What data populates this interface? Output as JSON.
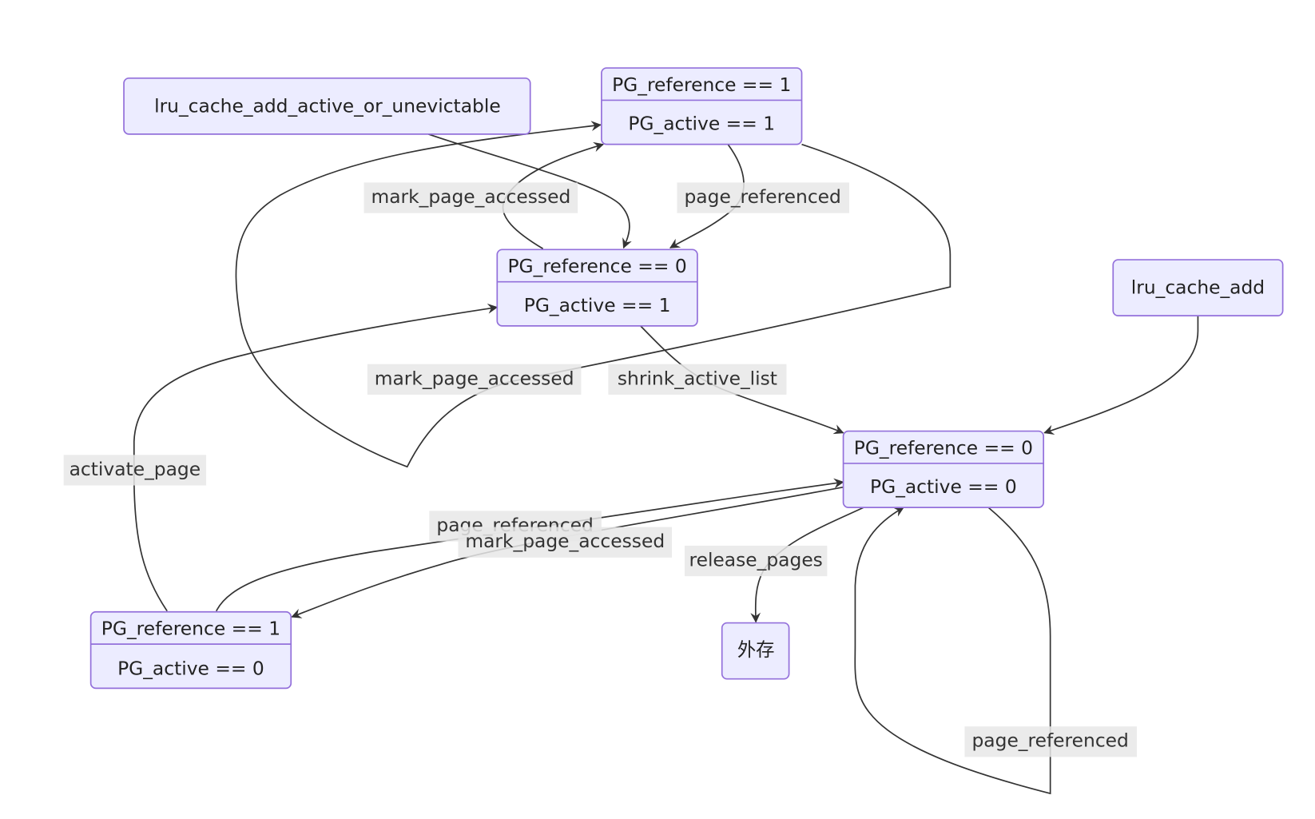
{
  "diagram": {
    "type": "state-diagram",
    "nodes": {
      "lru_add_active": {
        "label": "lru_cache_add_active_or_unevictable"
      },
      "lru_add": {
        "label": "lru_cache_add"
      },
      "ref1_act1": {
        "line1": "PG_reference == 1",
        "line2": "PG_active == 1"
      },
      "ref0_act1": {
        "line1": "PG_reference == 0",
        "line2": "PG_active == 1"
      },
      "ref0_act0": {
        "line1": "PG_reference == 0",
        "line2": "PG_active == 0"
      },
      "ref1_act0": {
        "line1": "PG_reference == 1",
        "line2": "PG_active == 0"
      },
      "storage": {
        "label": "外存"
      }
    },
    "edges": [
      {
        "id": "e1",
        "from": "lru_add_active",
        "to": "ref0_act1",
        "label": ""
      },
      {
        "id": "e2",
        "from": "ref0_act1",
        "to": "ref1_act1",
        "label": "mark_page_accessed"
      },
      {
        "id": "e3",
        "from": "ref1_act1",
        "to": "ref0_act1",
        "label": "page_referenced"
      },
      {
        "id": "e4",
        "from": "ref1_act1",
        "to": "ref1_act1",
        "label": "mark_page_accessed"
      },
      {
        "id": "e5",
        "from": "ref0_act1",
        "to": "ref0_act0",
        "label": "shrink_active_list"
      },
      {
        "id": "e6",
        "from": "lru_add",
        "to": "ref0_act0",
        "label": ""
      },
      {
        "id": "e7",
        "from": "ref1_act0",
        "to": "ref0_act1",
        "label": "activate_page"
      },
      {
        "id": "e8",
        "from": "ref1_act0",
        "to": "ref0_act0",
        "label": "page_referenced"
      },
      {
        "id": "e9",
        "from": "ref0_act0",
        "to": "ref1_act0",
        "label": "mark_page_accessed"
      },
      {
        "id": "e10",
        "from": "ref0_act0",
        "to": "storage",
        "label": "release_pages"
      },
      {
        "id": "e11",
        "from": "ref0_act0",
        "to": "ref0_act0",
        "label": "page_referenced"
      }
    ]
  }
}
